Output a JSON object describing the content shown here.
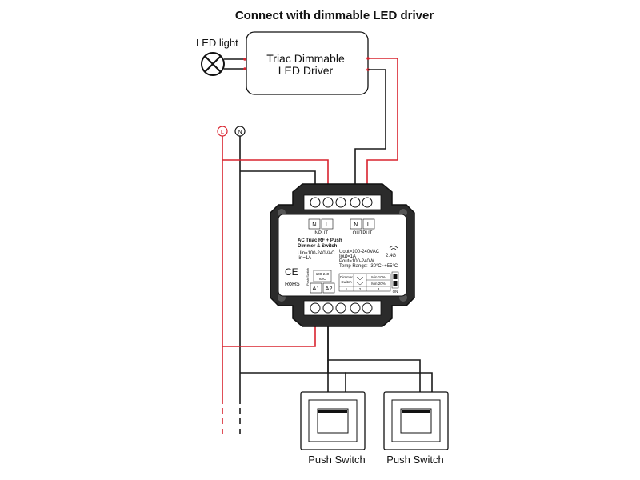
{
  "title": "Connect with dimmable LED driver",
  "led_light_label": "LED light",
  "driver": {
    "line1": "Triac Dimmable",
    "line2": "LED Driver"
  },
  "mains": {
    "live": "L",
    "neutral": "N"
  },
  "device": {
    "input_label": "INPUT",
    "output_label": "OUTPUT",
    "input_terminals": [
      "N",
      "L"
    ],
    "output_terminals": [
      "N",
      "L"
    ],
    "name_line1": "AC Triac RF + Push",
    "name_line2": "Dimmer & Switch",
    "uin": "Uin=100-240VAC",
    "iin": "Iin=1A",
    "uout": "Uout=100-240VAC",
    "iout": "Iout=1A",
    "pout": "Pout=100-240W",
    "temp": "Temp Range: -30°C~+55°C",
    "rf": "2.4G",
    "ce": "CE",
    "rohs": "RoHS",
    "push_switch_text": "Push Switch",
    "push_voltage_line1": "100-240",
    "push_voltage_line2": "VAC",
    "a1": "A1",
    "a2": "A2",
    "table": {
      "col1_line1": "Dimmer",
      "col1_line2": "Switch",
      "min10": "Min 10%",
      "min20": "Min 20%",
      "n1": "1",
      "n2": "2",
      "n3": "3",
      "on": "ON"
    }
  },
  "push_switch_1": "Push Switch",
  "push_switch_2": "Push Switch",
  "colors": {
    "live_wire": "#d9232e",
    "neutral_wire": "#1a1a1a",
    "device_body": "#2b2b2b"
  }
}
